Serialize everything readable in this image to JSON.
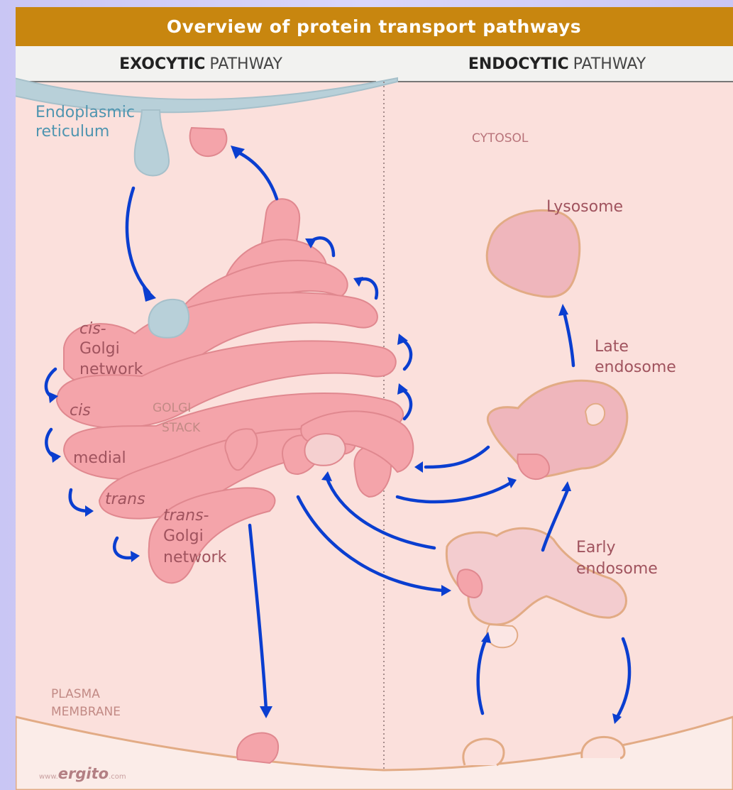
{
  "title": "Overview of protein transport pathways",
  "headers": {
    "exo_bold": "EXOCYTIC",
    "exo_rest": "PATHWAY",
    "endo_bold": "ENDOCYTIC",
    "endo_rest": "PATHWAY"
  },
  "labels": {
    "er_line1": "Endoplasmic",
    "er_line2": "reticulum",
    "cytosol": "CYTOSOL",
    "lysosome": "Lysosome",
    "late_line1": "Late",
    "late_line2": "endosome",
    "cis_golgi_1": "cis-",
    "cis_golgi_2": "Golgi",
    "cis_golgi_3": "network",
    "cis": "cis",
    "golgi_stack_1": "GOLGI",
    "golgi_stack_2": "STACK",
    "medial": "medial",
    "trans": "trans",
    "trans_golgi_1": "trans-",
    "trans_golgi_2": "Golgi",
    "trans_golgi_3": "network",
    "early_line1": "Early",
    "early_line2": "endosome",
    "plasma_1": "PLASMA",
    "plasma_2": "MEMBRANE",
    "credit_prefix": "www.",
    "credit_main": "ergito",
    "credit_suffix": ".com"
  },
  "colors": {
    "title_bar": "#c8860f",
    "header_bar": "#f0f0ee",
    "background": "#fbe0dc",
    "membrane": "#e2ab85",
    "golgi": "#f4a4aa",
    "er": "#b8d0d9",
    "arrow": "#0a3ed0"
  }
}
